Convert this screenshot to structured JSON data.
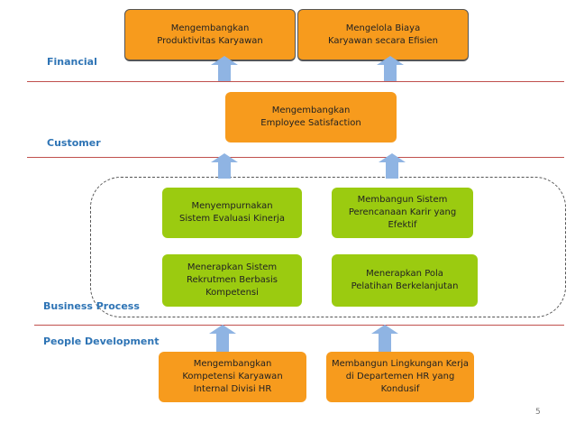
{
  "colors": {
    "orange": "#f79b1d",
    "green": "#9bcb10",
    "arrow": "#8fb4e3",
    "perspective_label": "#2e74b5",
    "separator": "#c0504d"
  },
  "perspectives": {
    "financial": "Financial",
    "customer": "Customer",
    "business_process": "Business Process",
    "people_development": "People Development"
  },
  "objectives": {
    "financial_1": "Mengembangkan Produktivitas Karyawan",
    "financial_2": "Mengelola Biaya Karyawan secara Efisien",
    "customer_1": "Mengembangkan Employee Satisfaction",
    "process_1": "Menyempurnakan Sistem Evaluasi Kinerja",
    "process_2": "Membangun Sistem Perencanaan Karir yang Efektif",
    "process_3": "Menerapkan Sistem Rekrutmen Berbasis Kompetensi",
    "process_4": "Menerapkan Pola Pelatihan Berkelanjutan",
    "people_1": "Mengembangkan Kompetensi Karyawan Internal Divisi HR",
    "people_2": "Membangun Lingkungan Kerja di Departemen HR yang Kondusif"
  },
  "arrow_icon": "up-arrow-icon",
  "page_number": "5"
}
